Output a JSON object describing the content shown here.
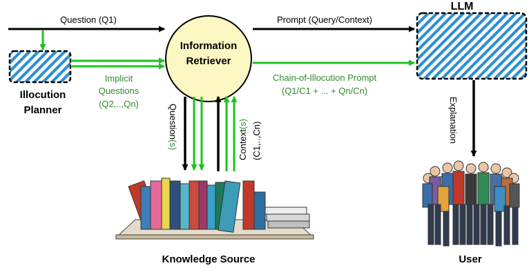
{
  "colors": {
    "hatch": "#2e8fd0",
    "green": "#1bc41b",
    "green_text": "#2e8b2e",
    "retriever_fill": "#fdf7c3"
  },
  "labels": {
    "question_q1": "Question (Q1)",
    "prompt_query": "Prompt (Query/Context)",
    "llm": "LLM",
    "retriever_line1": "Information",
    "retriever_line2": "Retriever",
    "planner_line1": "Illocution",
    "planner_line2": "Planner",
    "implicit_1": "Implicit",
    "implicit_2": "Questions",
    "implicit_3": "(Q2,..,Qn)",
    "chain_1": "Chain-of-Illocution Prompt",
    "chain_2": "(Q1/C1 + ... + Qn/Cn)",
    "questions_s_1": "Question",
    "questions_s_2": "(s)",
    "context_s_1": "Context",
    "context_s_2": "(s)",
    "context_range": "(C1,..,Cn)",
    "explanation": "Explanation",
    "knowledge_source": "Knowledge Source",
    "user": "User"
  },
  "icons": {
    "books": "books-illustration",
    "people": "people-group-illustration"
  }
}
